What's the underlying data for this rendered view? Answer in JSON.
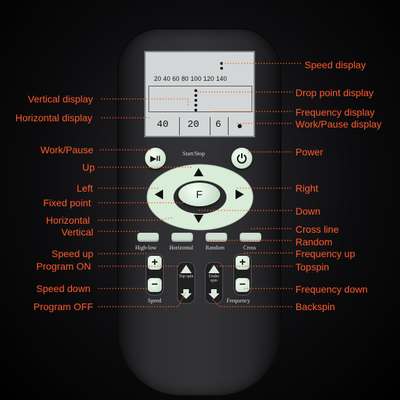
{
  "display": {
    "scale": "20 40 60 80 100 120 140",
    "readouts": [
      "40",
      "20",
      "6"
    ]
  },
  "buttons": {
    "start_stop": "Start/Stop",
    "fixed_point": "F",
    "high_low": "High-low",
    "horizontal": "Horizontal",
    "random": "Random",
    "cross": "Cross",
    "speed": "Speed",
    "frequency": "Frequency",
    "top_spin": "Top spin",
    "under_spin": "Under spin",
    "plus": "+",
    "minus": "−",
    "play_pause_icon": "▶II"
  },
  "labels_left": {
    "vertical_display": "Vertical display",
    "horizontal_display": "Horizontal display",
    "work_pause": "Work/Pause",
    "up": "Up",
    "left": "Left",
    "fixed_point": "Fixed point",
    "horizontal": "Horizontal",
    "vertical": "Vertical",
    "speed_up": "Speed up",
    "program_on": "Program ON",
    "speed_down": "Speed down",
    "program_off": "Program OFF"
  },
  "labels_right": {
    "speed_display": "Speed display",
    "drop_point_display": "Drop point display",
    "frequency_display": "Frequency display",
    "work_pause_display": "Work/Pause display",
    "power": "Power",
    "right": "Right",
    "down": "Down",
    "cross_line": "Cross line",
    "random": "Random",
    "frequency_up": "Frequency up",
    "topspin": "Topspin",
    "frequency_down": "Frequency down",
    "backspin": "Backspin"
  },
  "colors": {
    "label": "#ff5a2a",
    "leader": "#ff5a2a",
    "button_green": "#cfe0d0",
    "screen": "#d3d6d6",
    "body": "#2e2e31"
  }
}
